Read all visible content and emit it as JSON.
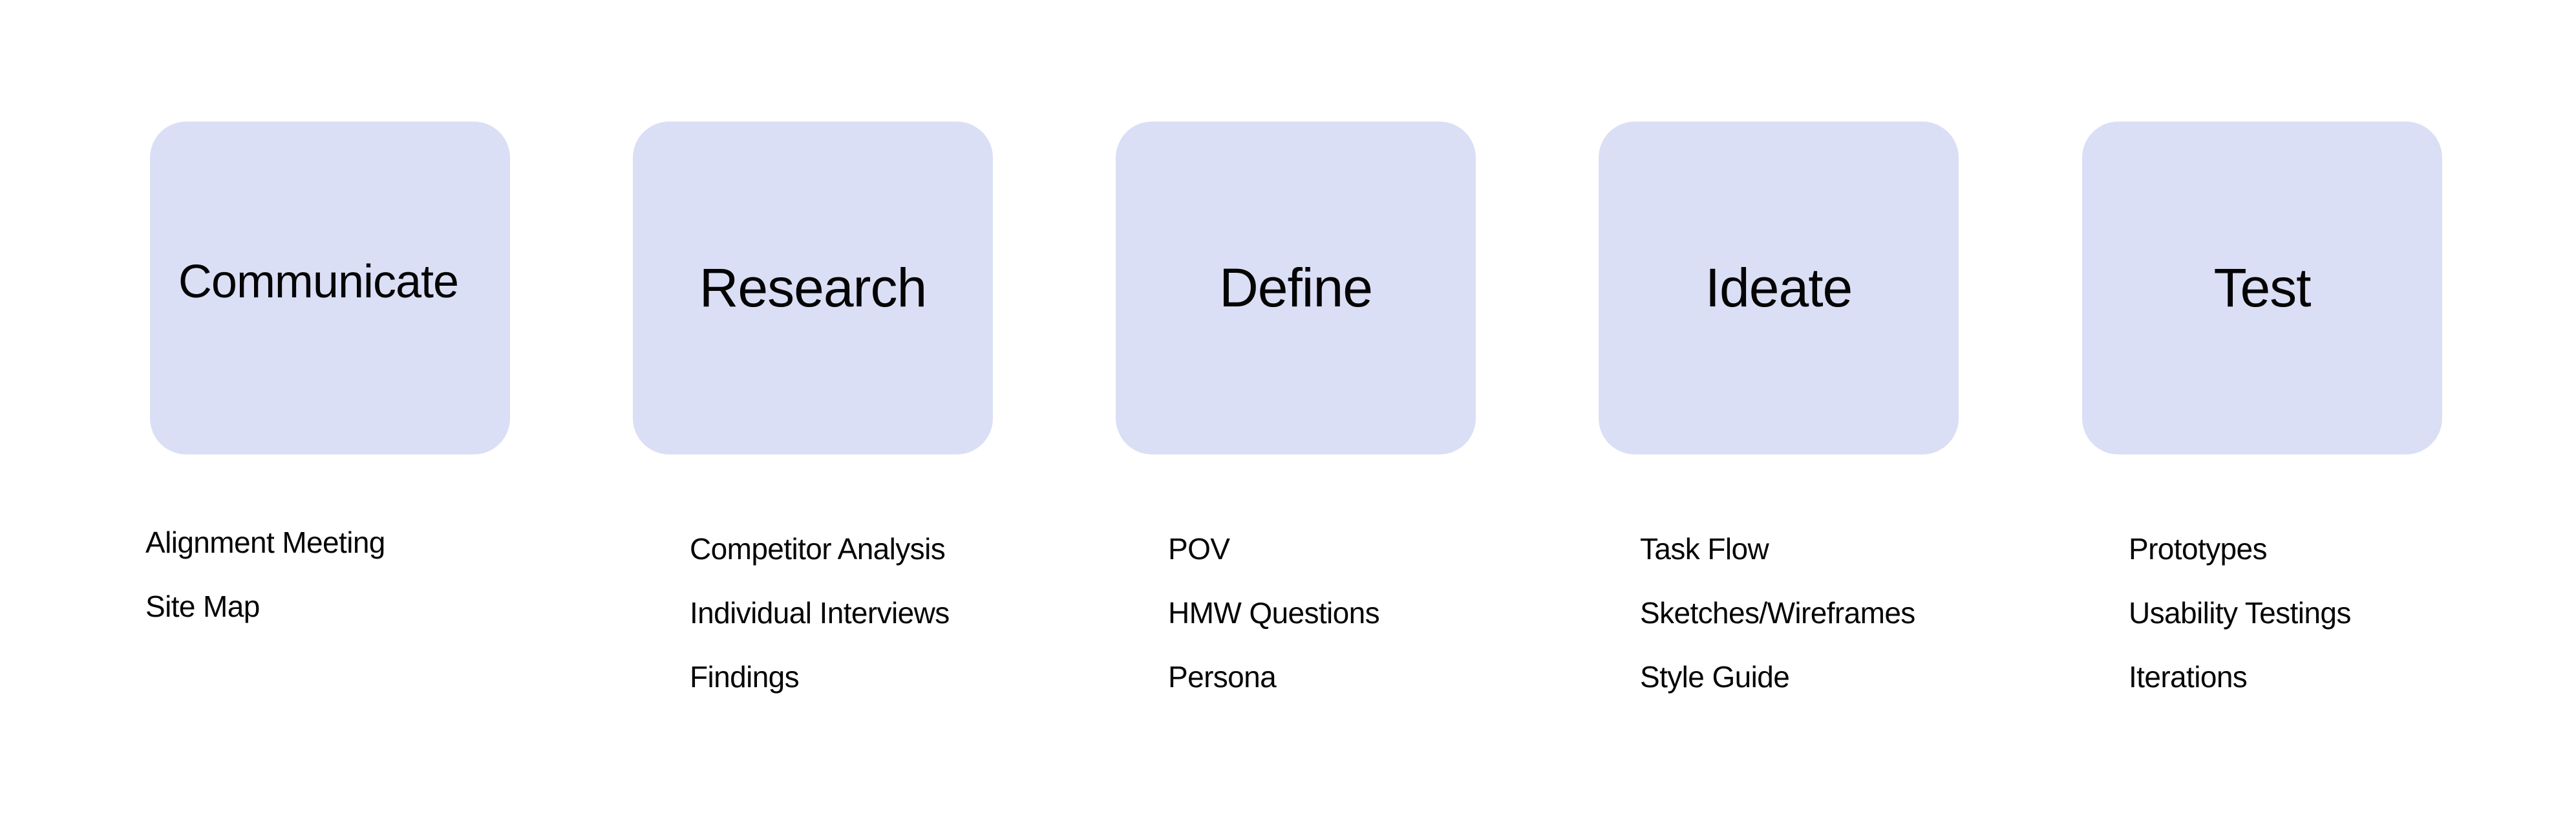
{
  "palette": {
    "card_bg": "#dbdff5",
    "text": "#050505",
    "page_bg": "#ffffff"
  },
  "phases": [
    {
      "title": "Communicate",
      "items": [
        "Alignment Meeting",
        "Site Map"
      ]
    },
    {
      "title": "Research",
      "items": [
        "Competitor Analysis",
        "Individual Interviews",
        "Findings"
      ]
    },
    {
      "title": "Define",
      "items": [
        "POV",
        "HMW Questions",
        "Persona"
      ]
    },
    {
      "title": "Ideate",
      "items": [
        "Task Flow",
        "Sketches/Wireframes",
        "Style Guide"
      ]
    },
    {
      "title": "Test",
      "items": [
        "Prototypes",
        "Usability Testings",
        "Iterations"
      ]
    }
  ]
}
